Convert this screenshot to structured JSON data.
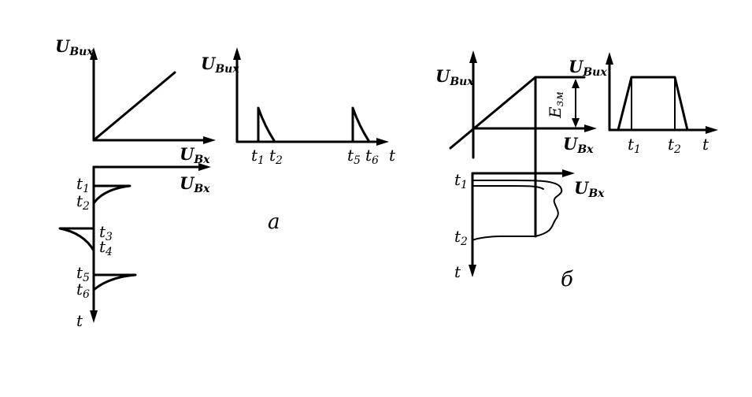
{
  "labels": {
    "u_out": {
      "base": "U",
      "sub": "Вих"
    },
    "u_in": {
      "base": "U",
      "sub": "Вх"
    },
    "t": "t",
    "t1": {
      "base": "t",
      "sub": "1"
    },
    "t2": {
      "base": "t",
      "sub": "2"
    },
    "t3": {
      "base": "t",
      "sub": "3"
    },
    "t4": {
      "base": "t",
      "sub": "4"
    },
    "t5": {
      "base": "t",
      "sub": "5"
    },
    "t6": {
      "base": "t",
      "sub": "6"
    },
    "e_zm": "E",
    "e_zm_sub": "зм",
    "caption_a": "а",
    "caption_b": "б"
  },
  "colors": {
    "ink": "#000000",
    "background": "#ffffff"
  }
}
